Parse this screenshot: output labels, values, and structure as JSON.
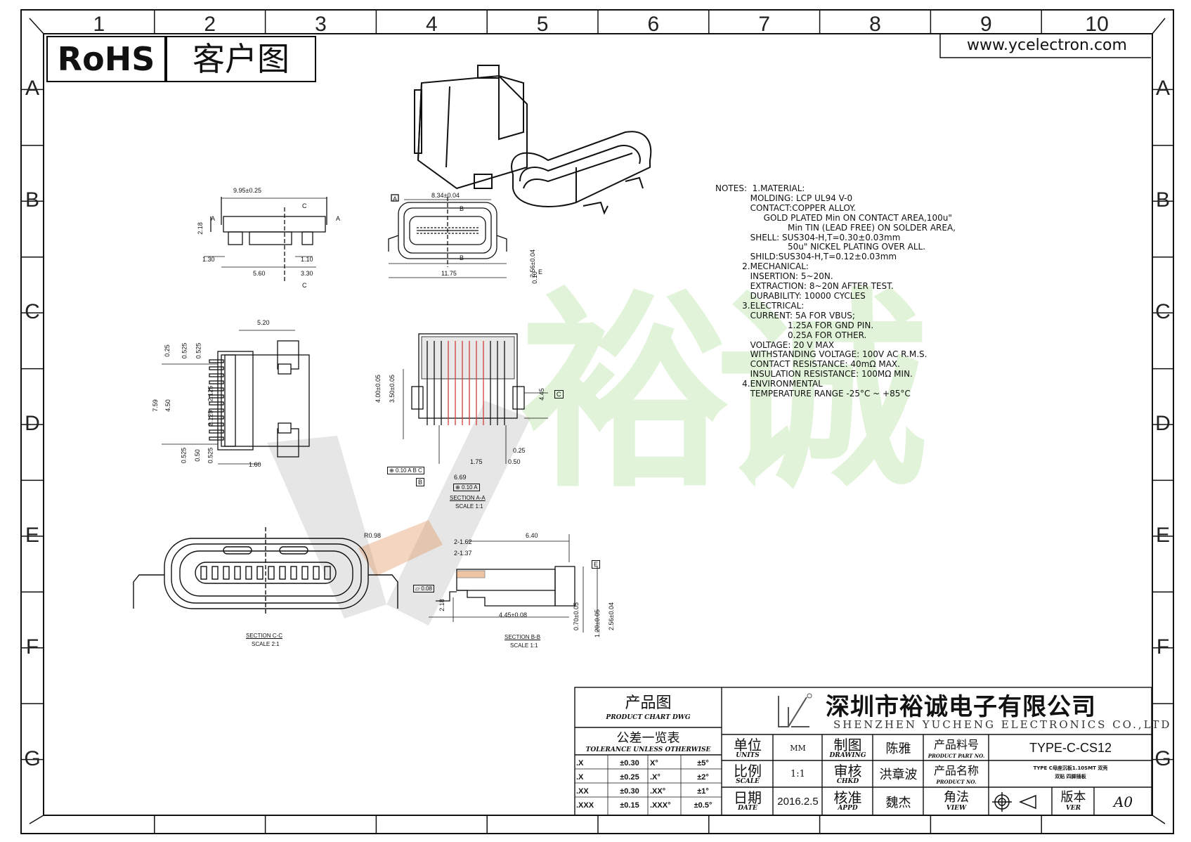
{
  "header": {
    "rohs": "RoHS",
    "doc_type": "客户图",
    "website": "www.ycelectron.com"
  },
  "grid": {
    "columns": [
      "1",
      "2",
      "3",
      "4",
      "5",
      "6",
      "7",
      "8",
      "9",
      "10"
    ],
    "rows": [
      "A",
      "B",
      "C",
      "D",
      "E",
      "F",
      "G"
    ]
  },
  "notes": {
    "lines": [
      "NOTES:  1.MATERIAL:",
      "             MOLDING: LCP UL94 V-0",
      "             CONTACT:COPPER ALLOY.",
      "                  GOLD PLATED Min ON CONTACT AREA,100u\"",
      "                           Min TIN (LEAD FREE) ON SOLDER AREA,",
      "             SHELL: SUS304-H,T=0.30±0.03mm",
      "                           50u\" NICKEL PLATING OVER ALL.",
      "             SHILD:SUS304-H,T=0.12±0.03mm",
      "          2.MECHANICAL:",
      "             INSERTION: 5~20N.",
      "             EXTRACTION: 8~20N AFTER TEST.",
      "             DURABILITY: 10000 CYCLES",
      "          3.ELECTRICAL:",
      "             CURRENT: 5A FOR VBUS;",
      "                           1.25A FOR GND PIN.",
      "                           0.25A FOR OTHER.",
      "             VOLTAGE: 20 V MAX",
      "             WITHSTANDING VOLTAGE: 100V AC R.M.S.",
      "             CONTACT RESISTANCE: 40mΩ MAX.",
      "             INSULATION RESISTANCE: 100MΩ MIN.",
      "          4.ENVIRONMENTAL",
      "             TEMPERATURE RANGE -25°C ~ +85°C"
    ]
  },
  "dimensions": {
    "top_view": [
      "9.95±0.25",
      "2.18",
      "1.30",
      "5.60",
      "3.30",
      "1.10",
      "C",
      "C",
      "A",
      "A"
    ],
    "front_view": [
      "8.34±0.04",
      "11.75",
      "2.56±0.04",
      "0.10",
      "B",
      "B",
      "A",
      "E"
    ],
    "side_view": [
      "5.20",
      "0.25",
      "0.525",
      "0.525",
      "2.125",
      "2.125",
      "7.59",
      "4.50",
      "0.525",
      "0.50",
      "0.525",
      "1.60"
    ],
    "section_aa": [
      "4.00±0.05",
      "3.50±0.05",
      "4.45",
      "C",
      "1.75",
      "0.50",
      "0.25",
      "0.10",
      "A",
      "B",
      "C",
      "6.69",
      "0.10",
      "A",
      "B"
    ],
    "section_aa_label": [
      "SECTION A-A",
      "SCALE 1:1"
    ],
    "section_cc": [
      "R0.98"
    ],
    "section_cc_label": [
      "SECTION C-C",
      "SCALE 2:1"
    ],
    "section_bb": [
      "6.40",
      "2-1.62",
      "2-1.37",
      "E",
      "0.08",
      "2.18",
      "4.45±0.08",
      "0.70±0.05",
      "1.20±0.05",
      "2.56±0.04"
    ],
    "section_bb_label": [
      "SECTION B-B",
      "SCALE 1:1"
    ]
  },
  "title_block": {
    "product_chart_zh": "产品图",
    "product_chart_en": "PRODUCT CHART DWG",
    "tolerance_zh": "公差一览表",
    "tolerance_en": "TOLERANCE UNLESS OTHERWISE",
    "tolerance_rows": [
      [
        ".X",
        "±0.30",
        "X°",
        "±5°"
      ],
      [
        ".X",
        "±0.25",
        ".X°",
        "±2°"
      ],
      [
        ".XX",
        "±0.30",
        ".XX°",
        "±1°"
      ],
      [
        ".XXX",
        "±0.15",
        ".XXX°",
        "±0.5°"
      ]
    ],
    "company_zh": "深圳市裕诚电子有限公司",
    "company_en": "SHENZHEN YUCHENG ELECTRONICS CO.,LTD",
    "units_zh": "单位",
    "units_en": "UNITS",
    "units_val": "MM",
    "drawing_zh": "制图",
    "drawing_en": "DRAWING",
    "drawing_val": "陈雅",
    "partno_zh": "产品料号",
    "partno_en": "PRODUCT PART NO.",
    "partno_val": "TYPE-C-CS12",
    "scale_zh": "比例",
    "scale_en": "SCALE",
    "scale_val": "1:1",
    "chkd_zh": "审核",
    "chkd_en": "CHKD",
    "chkd_val": "洪章波",
    "pname_zh": "产品名称",
    "pname_en": "PRODUCT NO.",
    "pname_val_1": "TYPE C母座沉板1.10SMT 双壳",
    "pname_val_2": "双贴 四脚插板",
    "date_zh": "日期",
    "date_en": "DATE",
    "date_val": "2016.2.5",
    "appd_zh": "核准",
    "appd_en": "APPD",
    "appd_val": "魏杰",
    "view_zh": "角法",
    "view_en": "VIEW",
    "ver_zh": "版本",
    "ver_en": "VER",
    "ver_val": "A0"
  },
  "watermark": {
    "text": "裕诚"
  },
  "colors": {
    "line": "#111111",
    "watermark_green": "#9bd77a",
    "watermark_gray": "#c8c8c8",
    "pin_red": "#d23a3a"
  }
}
